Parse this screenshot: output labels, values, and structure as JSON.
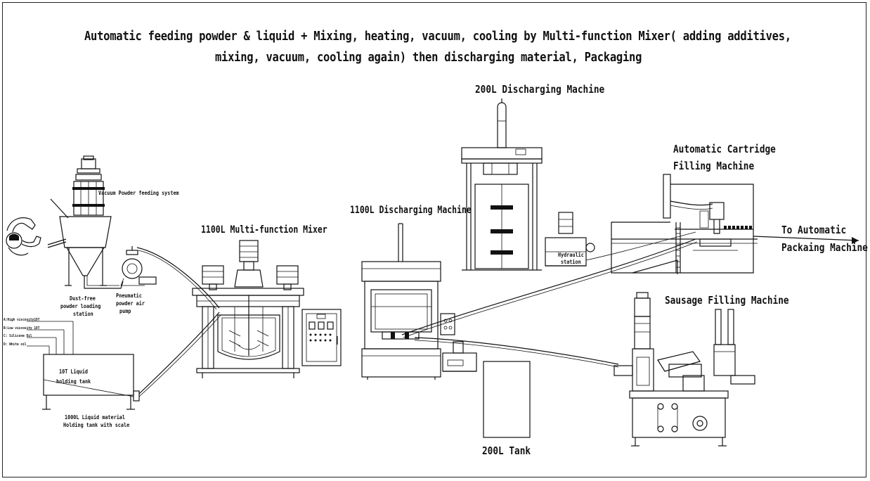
{
  "title": {
    "line1": "Automatic feeding powder & liquid + Mixing, heating, vacuum, cooling by Multi-function Mixer( adding additives,",
    "line2": "mixing, vacuum, cooling again) then discharging material, Packaging"
  },
  "labels": {
    "vacuum_powder": "Vacuum Powder feeding system",
    "dust_free_1": "Dust-free",
    "dust_free_2": "powder loading",
    "dust_free_3": "station",
    "pneumatic_1": "Pneumatic",
    "pneumatic_2": "powder air",
    "pneumatic_3": "pump",
    "mixer": "1100L Multi-function Mixer",
    "discharging_1100": "1100L Discharging Machine",
    "discharging_200": "200L Discharging Machine",
    "hydraulic_1": "Hydraulic",
    "hydraulic_2": "station",
    "cartridge_1": "Automatic Cartridge",
    "cartridge_2": "Filling Machine",
    "packaging_1": "To Automatic",
    "packaging_2": "Packaing Machine",
    "sausage": "Sausage Filling Machine",
    "tank_200": "200L Tank",
    "liquid_tank_1": "10T Liquid",
    "liquid_tank_2": "holding tank",
    "liquid_scale_1": "1000L Liquid material",
    "liquid_scale_2": "Holding tank with scale",
    "feed_a": "A:High viscosity10T",
    "feed_b": "B:Low viscosity 10T",
    "feed_c": "C: Silicone Oil",
    "feed_d": "D: White oil"
  }
}
